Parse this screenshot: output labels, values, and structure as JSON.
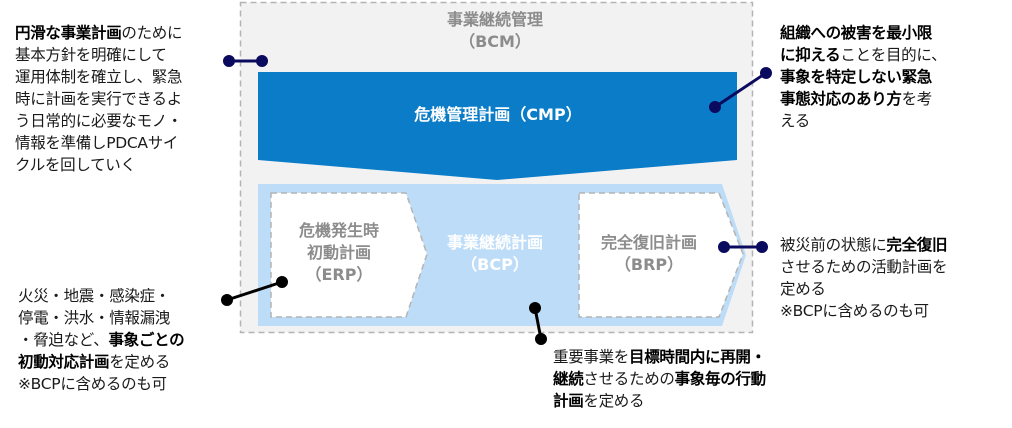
{
  "colors": {
    "bcm_bg": "#f2f2f2",
    "cmp": "#0a7cc8",
    "bcp": "#bddcf7",
    "navy": "#0a0a5e",
    "black": "#000000"
  },
  "boxes": {
    "bcm": {
      "line1": "事業継続管理",
      "line2": "（BCM）"
    },
    "cmp": {
      "label": "危機管理計画（CMP）"
    },
    "erp": {
      "line1": "危機発生時",
      "line2": "初動計画",
      "line3": "（ERP）"
    },
    "bcp": {
      "line1": "事業継続計画",
      "line2": "（BCP）"
    },
    "brp": {
      "line1": "完全復旧計画",
      "line2": "（BRP）"
    }
  },
  "notes": {
    "bcm": [
      [
        {
          "t": "円滑な事業計画",
          "b": true
        },
        {
          "t": "のために",
          "b": false
        }
      ],
      [
        {
          "t": "基本方針を明確にして",
          "b": false
        }
      ],
      [
        {
          "t": "運用体制を確立し、緊急",
          "b": false
        }
      ],
      [
        {
          "t": "時に計画を実行できるよ",
          "b": false
        }
      ],
      [
        {
          "t": "う日常的に必要なモノ・",
          "b": false
        }
      ],
      [
        {
          "t": "情報を準備しPDCAサイ",
          "b": false
        }
      ],
      [
        {
          "t": "クルを回していく",
          "b": false
        }
      ]
    ],
    "cmp": [
      [
        {
          "t": "組織への被害を最小限",
          "b": true
        }
      ],
      [
        {
          "t": "に抑える",
          "b": true
        },
        {
          "t": "ことを目的に、",
          "b": false
        }
      ],
      [
        {
          "t": "事象を特定しない緊急",
          "b": true
        }
      ],
      [
        {
          "t": "事態対応のあり方",
          "b": true
        },
        {
          "t": "を考",
          "b": false
        }
      ],
      [
        {
          "t": "える",
          "b": false
        }
      ]
    ],
    "erp": [
      [
        {
          "t": "火災・地震・感染症・",
          "b": false
        }
      ],
      [
        {
          "t": "停電・洪水・情報漏洩",
          "b": false
        }
      ],
      [
        {
          "t": "・脅迫など、",
          "b": false
        },
        {
          "t": "事象ごとの",
          "b": true
        }
      ],
      [
        {
          "t": "初動対応計画",
          "b": true
        },
        {
          "t": "を定める",
          "b": false
        }
      ],
      [
        {
          "t": "※BCPに含めるのも可",
          "b": false
        }
      ]
    ],
    "brp": [
      [
        {
          "t": "被災前の状態に",
          "b": false
        },
        {
          "t": "完全復旧",
          "b": true
        }
      ],
      [
        {
          "t": "させるための活動計画を",
          "b": false
        }
      ],
      [
        {
          "t": "定める",
          "b": false
        }
      ],
      [
        {
          "t": "※BCPに含めるのも可",
          "b": false
        }
      ]
    ],
    "bcp": [
      [
        {
          "t": "重要事業を",
          "b": false
        },
        {
          "t": "目標時間内に再開・",
          "b": true
        }
      ],
      [
        {
          "t": "継続",
          "b": true
        },
        {
          "t": "させるための",
          "b": false
        },
        {
          "t": "事象毎の行動",
          "b": true
        }
      ],
      [
        {
          "t": "計画",
          "b": true
        },
        {
          "t": "を定める",
          "b": false
        }
      ]
    ]
  }
}
